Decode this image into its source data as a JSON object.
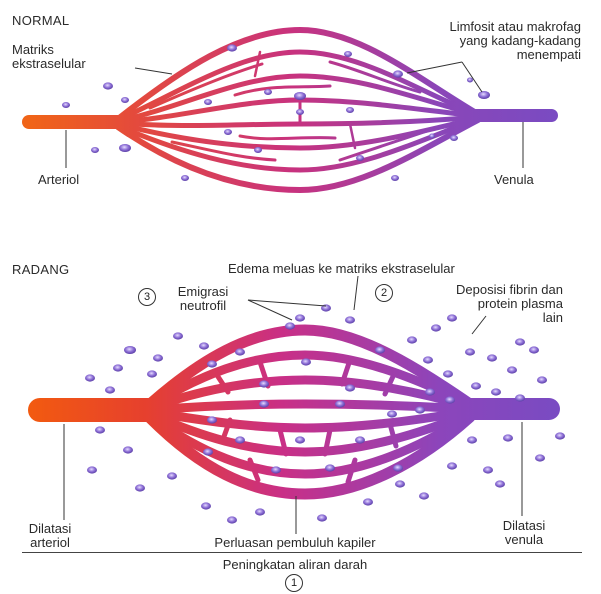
{
  "normal": {
    "title": "NORMAL",
    "label_matrix": [
      "Matriks",
      "ekstraselular"
    ],
    "label_lymphocyte": [
      "Limfosit atau makrofag",
      "yang kadang-kadang",
      "menempati"
    ],
    "label_arteriole": "Arteriol",
    "label_venule": "Venula"
  },
  "inflammation": {
    "title": "RADANG",
    "label_edema": "Edema meluas ke matriks ekstraselular",
    "label_emigration": [
      "Emigrasi",
      "neutrofil"
    ],
    "emigration_number": "3",
    "label_fibrin": [
      "Deposisi fibrin dan",
      "protein plasma",
      "lain"
    ],
    "fibrin_number": "2",
    "label_arteriole_dilation": [
      "Dilatasi",
      "arteriol"
    ],
    "label_capillary_expansion": "Perluasan pembuluh kapiler",
    "label_venule_dilation": [
      "Dilatasi",
      "venula"
    ],
    "footer": "Peningkatan aliran darah",
    "footer_number": "1"
  },
  "colors": {
    "arterial": "#f06418",
    "mid": "#c8327e",
    "venous": "#7a4bc2",
    "cell": "#7c5cc6"
  }
}
